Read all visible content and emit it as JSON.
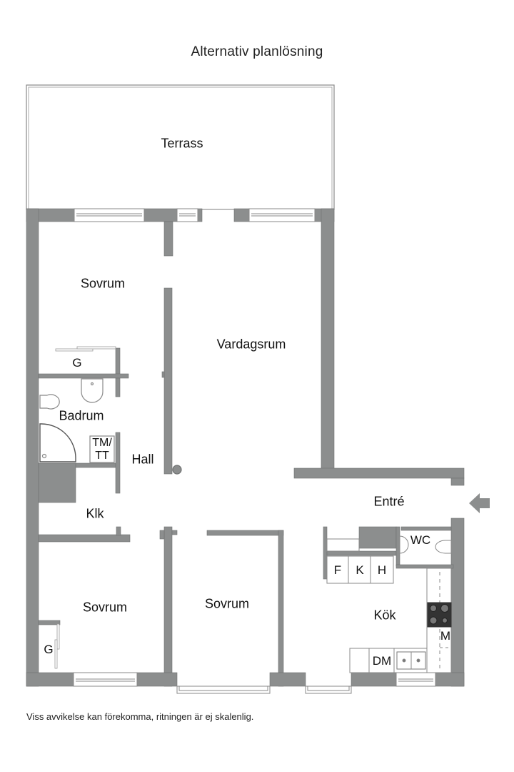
{
  "title": "Alternativ planlösning",
  "footnote": "Viss avvikelse kan förekomma, ritningen är ej skalenlig.",
  "colors": {
    "wall": "#8c8e8e",
    "wall_edge": "#6e7070",
    "line": "#888888",
    "background": "#ffffff",
    "stove": "#333333"
  },
  "rooms": {
    "terrass": "Terrass",
    "sovrum_top": "Sovrum",
    "vardagsrum": "Vardagsrum",
    "garderob_top": "G",
    "badrum": "Badrum",
    "tm_tt_line1": "TM/",
    "tm_tt_line2": "TT",
    "hall": "Hall",
    "klk": "Klk",
    "entre": "Entré",
    "wc": "WC",
    "sovrum_bottom_left": "Sovrum",
    "sovrum_bottom_mid": "Sovrum",
    "garderob_bottom": "G",
    "kok": "Kök",
    "fridge": "F",
    "freezer_k": "K",
    "h_cabinet": "H",
    "microwave": "M",
    "dishwasher": "DM"
  },
  "entrance_arrow": "entrance-arrow-icon"
}
